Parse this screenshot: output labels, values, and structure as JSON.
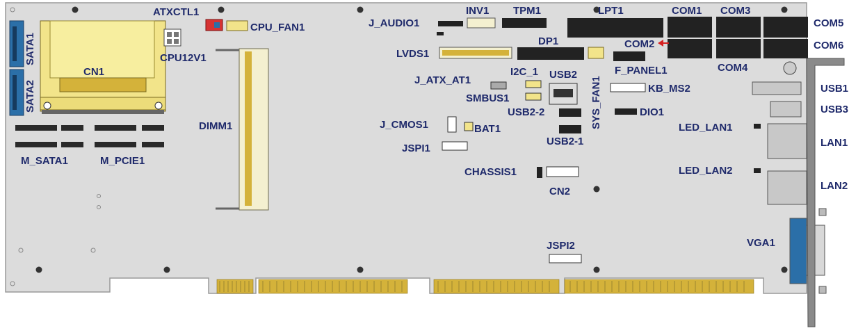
{
  "colors": {
    "board": "#dcdcdc",
    "label": "#1f2a6b",
    "connector_dark": "#222222",
    "gold": "#d4b23a",
    "sata_blue": "#2b6fa8",
    "cf_yellow": "#f2e48a",
    "arrow_red": "#d62020",
    "bracket": "#8a8a8a"
  },
  "labels": {
    "atxctl1": "ATXCTL1",
    "cpu_fan1": "CPU_FAN1",
    "cpu12v1": "CPU12V1",
    "sata1": "SATA1",
    "sata2": "SATA2",
    "cn1": "CN1",
    "m_sata1": "M_SATA1",
    "m_pcie1": "M_PCIE1",
    "dimm1": "DIMM1",
    "j_audio1": "J_AUDIO1",
    "inv1": "INV1",
    "tpm1": "TPM1",
    "lpt1": "LPT1",
    "com1": "COM1",
    "com3": "COM3",
    "com5": "COM5",
    "com6": "COM6",
    "com2": "COM2",
    "com4": "COM4",
    "lvds1": "LVDS1",
    "dp1": "DP1",
    "f_panel1": "F_PANEL1",
    "sys_fan1": "SYS_FAN1",
    "i2c_1": "I2C_1",
    "usb2": "USB2",
    "j_atx_at1": "J_ATX_AT1",
    "smbus1": "SMBUS1",
    "kb_ms2": "KB_MS2",
    "usb1": "USB1",
    "usb3": "USB3",
    "usb2_2": "USB2-2",
    "dio1": "DIO1",
    "j_cmos1": "J_CMOS1",
    "bat1": "BAT1",
    "usb2_1": "USB2-1",
    "led_lan1": "LED_LAN1",
    "lan1": "LAN1",
    "jspi1": "JSPI1",
    "chassis1": "CHASSIS1",
    "cn2": "CN2",
    "led_lan2": "LED_LAN2",
    "lan2": "LAN2",
    "vga1": "VGA1",
    "jspi2": "JSPI2"
  }
}
